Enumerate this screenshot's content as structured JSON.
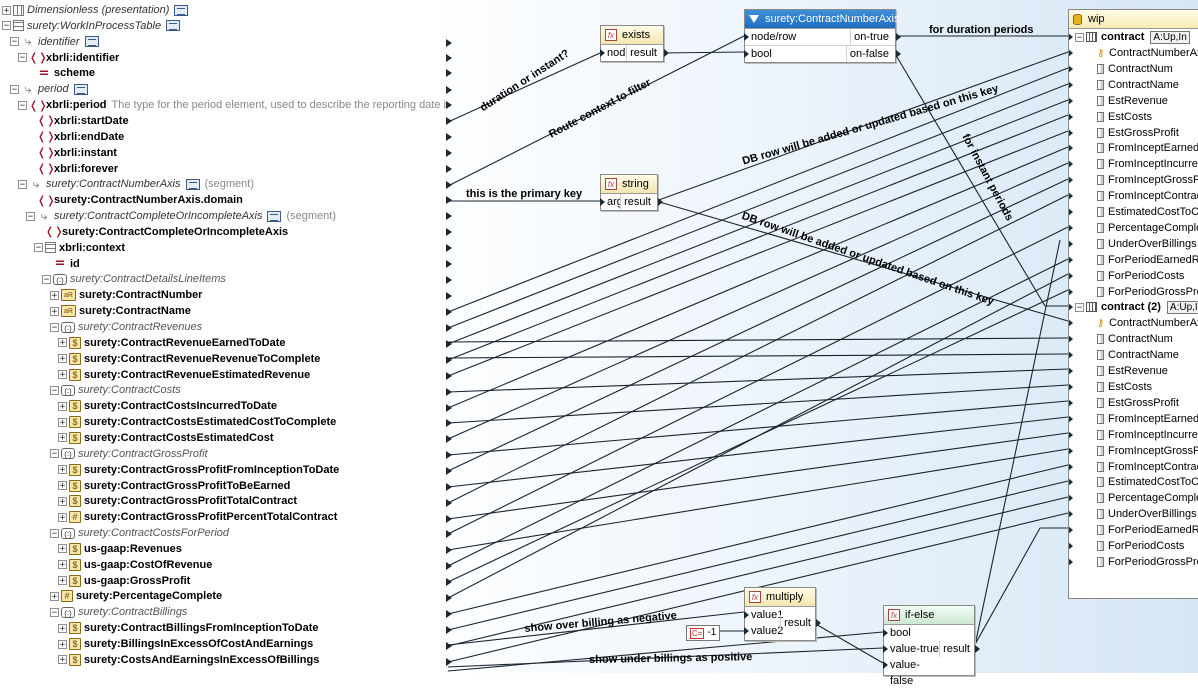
{
  "tree": [
    {
      "indent": 0,
      "toggle": "+",
      "icon": "dim",
      "label": "Dimensionless (presentation)",
      "style": "i",
      "btn": true
    },
    {
      "indent": 0,
      "toggle": "−",
      "icon": "tbl",
      "label": "surety:WorkInProcessTable",
      "style": "i",
      "btn": true
    },
    {
      "indent": 1,
      "toggle": "−",
      "icon": "ax",
      "label": "identifier",
      "style": "i",
      "btn": true
    },
    {
      "indent": 2,
      "toggle": "−",
      "icon": "el",
      "label": "xbrli:identifier",
      "style": "b"
    },
    {
      "indent": 3,
      "toggle": "",
      "icon": "attr",
      "label": "scheme",
      "style": "b"
    },
    {
      "indent": 1,
      "toggle": "−",
      "icon": "ax",
      "label": "period",
      "style": "i",
      "btn": true
    },
    {
      "indent": 2,
      "toggle": "−",
      "icon": "el",
      "label": "xbrli:period",
      "style": "b",
      "note": "The type for the period element, used to describe the reporting date info."
    },
    {
      "indent": 3,
      "toggle": "",
      "icon": "el",
      "label": "xbrli:startDate",
      "style": "b"
    },
    {
      "indent": 3,
      "toggle": "",
      "icon": "el",
      "label": "xbrli:endDate",
      "style": "b"
    },
    {
      "indent": 3,
      "toggle": "",
      "icon": "el",
      "label": "xbrli:instant",
      "style": "b"
    },
    {
      "indent": 3,
      "toggle": "",
      "icon": "el",
      "label": "xbrli:forever",
      "style": "b"
    },
    {
      "indent": 2,
      "toggle": "−",
      "icon": "ax",
      "label": "surety:ContractNumberAxis",
      "style": "i",
      "btn": true,
      "seg": "(segment)"
    },
    {
      "indent": 3,
      "toggle": "",
      "icon": "el",
      "label": "surety:ContractNumberAxis.domain",
      "style": "b"
    },
    {
      "indent": 3,
      "toggle": "−",
      "icon": "ax",
      "label": "surety:ContractCompleteOrIncompleteAxis",
      "style": "i",
      "btn": true,
      "seg": "(segment)"
    },
    {
      "indent": 4,
      "toggle": "",
      "icon": "el",
      "label": "surety:ContractCompleteOrIncompleteAxis",
      "style": "b"
    },
    {
      "indent": 4,
      "toggle": "−",
      "icon": "tbl",
      "label": "xbrli:context",
      "style": "b"
    },
    {
      "indent": 5,
      "toggle": "",
      "icon": "attr",
      "label": "id",
      "style": "b"
    },
    {
      "indent": 5,
      "toggle": "−",
      "icon": "seq",
      "label": "surety:ContractDetailsLineItems",
      "style": "ig"
    },
    {
      "indent": 6,
      "toggle": "+",
      "icon": "str",
      "label": "surety:ContractNumber",
      "style": "b"
    },
    {
      "indent": 6,
      "toggle": "+",
      "icon": "str",
      "label": "surety:ContractName",
      "style": "b"
    },
    {
      "indent": 6,
      "toggle": "−",
      "icon": "seq",
      "label": "surety:ContractRevenues",
      "style": "ig"
    },
    {
      "indent": 7,
      "toggle": "+",
      "icon": "num",
      "label": "surety:ContractRevenueEarnedToDate",
      "style": "b"
    },
    {
      "indent": 7,
      "toggle": "+",
      "icon": "num",
      "label": "surety:ContractRevenueRevenueToComplete",
      "style": "b"
    },
    {
      "indent": 7,
      "toggle": "+",
      "icon": "num",
      "label": "surety:ContractRevenueEstimatedRevenue",
      "style": "b"
    },
    {
      "indent": 6,
      "toggle": "−",
      "icon": "seq",
      "label": "surety:ContractCosts",
      "style": "ig"
    },
    {
      "indent": 7,
      "toggle": "+",
      "icon": "num",
      "label": "surety:ContractCostsIncurredToDate",
      "style": "b"
    },
    {
      "indent": 7,
      "toggle": "+",
      "icon": "num",
      "label": "surety:ContractCostsEstimatedCostToComplete",
      "style": "b"
    },
    {
      "indent": 7,
      "toggle": "+",
      "icon": "num",
      "label": "surety:ContractCostsEstimatedCost",
      "style": "b"
    },
    {
      "indent": 6,
      "toggle": "−",
      "icon": "seq",
      "label": "surety:ContractGrossProfit",
      "style": "ig"
    },
    {
      "indent": 7,
      "toggle": "+",
      "icon": "num",
      "label": "surety:ContractGrossProfitFromInceptionToDate",
      "style": "b"
    },
    {
      "indent": 7,
      "toggle": "+",
      "icon": "num",
      "label": "surety:ContractGrossProfitToBeEarned",
      "style": "b"
    },
    {
      "indent": 7,
      "toggle": "+",
      "icon": "num",
      "label": "surety:ContractGrossProfitTotalContract",
      "style": "b"
    },
    {
      "indent": 7,
      "toggle": "+",
      "icon": "pct",
      "label": "surety:ContractGrossProfitPercentTotalContract",
      "style": "b"
    },
    {
      "indent": 6,
      "toggle": "−",
      "icon": "seq",
      "label": "surety:ContractCostsForPeriod",
      "style": "ig"
    },
    {
      "indent": 7,
      "toggle": "+",
      "icon": "num",
      "label": "us-gaap:Revenues",
      "style": "b"
    },
    {
      "indent": 7,
      "toggle": "+",
      "icon": "num",
      "label": "us-gaap:CostOfRevenue",
      "style": "b"
    },
    {
      "indent": 7,
      "toggle": "+",
      "icon": "num",
      "label": "us-gaap:GrossProfit",
      "style": "b"
    },
    {
      "indent": 6,
      "toggle": "+",
      "icon": "pct",
      "label": "surety:PercentageComplete",
      "style": "b"
    },
    {
      "indent": 6,
      "toggle": "−",
      "icon": "seq",
      "label": "surety:ContractBillings",
      "style": "ig"
    },
    {
      "indent": 7,
      "toggle": "+",
      "icon": "num",
      "label": "surety:ContractBillingsFromInceptionToDate",
      "style": "b"
    },
    {
      "indent": 7,
      "toggle": "+",
      "icon": "num",
      "label": "surety:BillingsInExcessOfCostAndEarnings",
      "style": "b"
    },
    {
      "indent": 7,
      "toggle": "+",
      "icon": "num",
      "label": "surety:CostsAndEarningsInExcessOfBillings",
      "style": "b"
    }
  ],
  "functions": {
    "exists": {
      "title": "exists",
      "inputs": [
        "node"
      ],
      "output": "result"
    },
    "contract_axis": {
      "title": "surety:ContractNumberAxis",
      "rows": [
        {
          "in": "node/row",
          "out": "on-true"
        },
        {
          "in": "bool",
          "out": "on-false"
        }
      ]
    },
    "string": {
      "title": "string",
      "inputs": [
        "arg"
      ],
      "output": "result"
    },
    "multiply": {
      "title": "multiply",
      "inputs": [
        "value1",
        "value2"
      ],
      "output": "result"
    },
    "ifelse": {
      "title": "if-else",
      "inputs": [
        "bool",
        "value-true",
        "value-false"
      ],
      "output": "result"
    },
    "constant": {
      "label": "C=",
      "value": "-1"
    }
  },
  "annotations": [
    "duration or instant?",
    "Route context to filter",
    "for duration periods",
    "for instant periods",
    "DB row will be added or updated based on this key",
    "this is the primary key",
    "DB row will be added or updated based on this key",
    "show over billing as negative",
    "show under billings as positive"
  ],
  "wip": {
    "title": "wip",
    "groups": [
      {
        "name": "contract",
        "key": "A:Up,In",
        "columns": [
          "ContractNumberAxis",
          "ContractNum",
          "ContractName",
          "EstRevenue",
          "EstCosts",
          "EstGrossProfit",
          "FromInceptEarned",
          "FromInceptIncurred",
          "FromInceptGrossProfit",
          "FromInceptContractBillings",
          "EstimatedCostToComplete",
          "PercentageComplete",
          "UnderOverBillings",
          "ForPeriodEarnedRevenue",
          "ForPeriodCosts",
          "ForPeriodGrossProfit"
        ]
      },
      {
        "name": "contract (2)",
        "key": "A:Up,In",
        "columns": [
          "ContractNumberAxis",
          "ContractNum",
          "ContractName",
          "EstRevenue",
          "EstCosts",
          "EstGrossProfit",
          "FromInceptEarned",
          "FromInceptIncurred",
          "FromInceptGrossProfit",
          "FromInceptContractBillings",
          "EstimatedCostToComplete",
          "PercentageComplete",
          "UnderOverBillings",
          "ForPeriodEarnedRevenue",
          "ForPeriodCosts",
          "ForPeriodGrossProfit"
        ]
      }
    ]
  }
}
